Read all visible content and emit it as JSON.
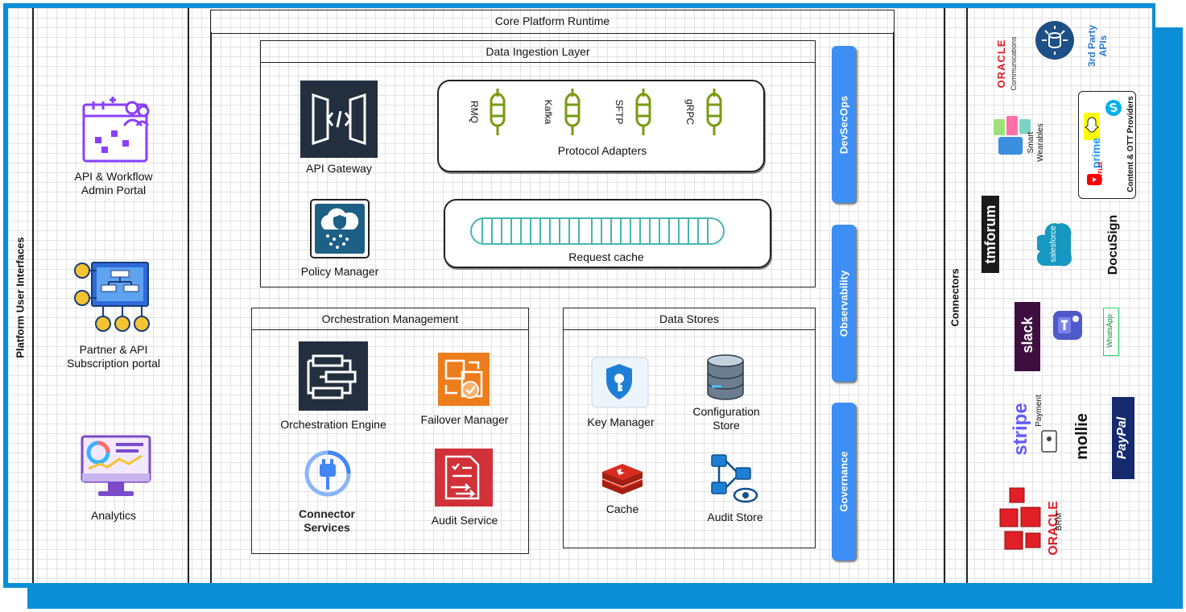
{
  "lanes": {
    "left": "Platform User Interfaces",
    "connectors": "Connectors"
  },
  "portals": [
    {
      "label": "API & Workflow Admin Portal"
    },
    {
      "label": "Partner & API Subscription portal"
    },
    {
      "label": "Analytics"
    }
  ],
  "core": {
    "title": "Core Platform Runtime",
    "ingestion": {
      "title": "Data Ingestion Layer",
      "api_gateway": "API Gateway",
      "policy_manager": "Policy Manager",
      "protocol_adapters": "Protocol Adapters",
      "protocols": [
        "RMQ",
        "Kafka",
        "SFTP",
        "gRPC"
      ],
      "request_cache": "Request cache"
    },
    "orchestration": {
      "title": "Orchestration Management",
      "engine": "Orchestration Engine",
      "failover": "Failover Manager",
      "connector_services": "Connector Services",
      "audit_service": "Audit Service"
    },
    "datastores": {
      "title": "Data Stores",
      "key_manager": "Key Manager",
      "config_store": "Configuration Store",
      "cache": "Cache",
      "audit_store": "Audit Store"
    },
    "pillars": [
      "DevSecOps",
      "Observability",
      "Governance"
    ]
  },
  "vendors": {
    "oracle_comm_brand": "ORACLE",
    "oracle_comm_sub": "Communications",
    "third_party": "3rd Party APIs",
    "smart_wearables": "Smart Wearables",
    "content_ott": "Content & OTT Providers",
    "prime": "prime",
    "netflix": "NETFLIX",
    "tmforum": "tmforum",
    "salesforce": "salesforce",
    "docusign": "DocuSign",
    "slack": "slack",
    "whatsapp": "WhatsApp",
    "stripe": "stripe",
    "payment": "Payment",
    "mollie": "mollie",
    "paypal": "PayPal",
    "oracle_brm_brand": "ORACLE",
    "oracle_brm_sub": "BRM"
  },
  "colors": {
    "frame": "#0a8fd6",
    "pillar": "#3d8ff5",
    "portal_purple": "#8a3ffc",
    "adapter_green": "#7a9a12",
    "aws_dark": "#232f3e",
    "aws_orange": "#ed7d1c",
    "aws_red": "#d13138",
    "oracle_red": "#e01f26",
    "cache_cyan": "#45b6b0"
  }
}
